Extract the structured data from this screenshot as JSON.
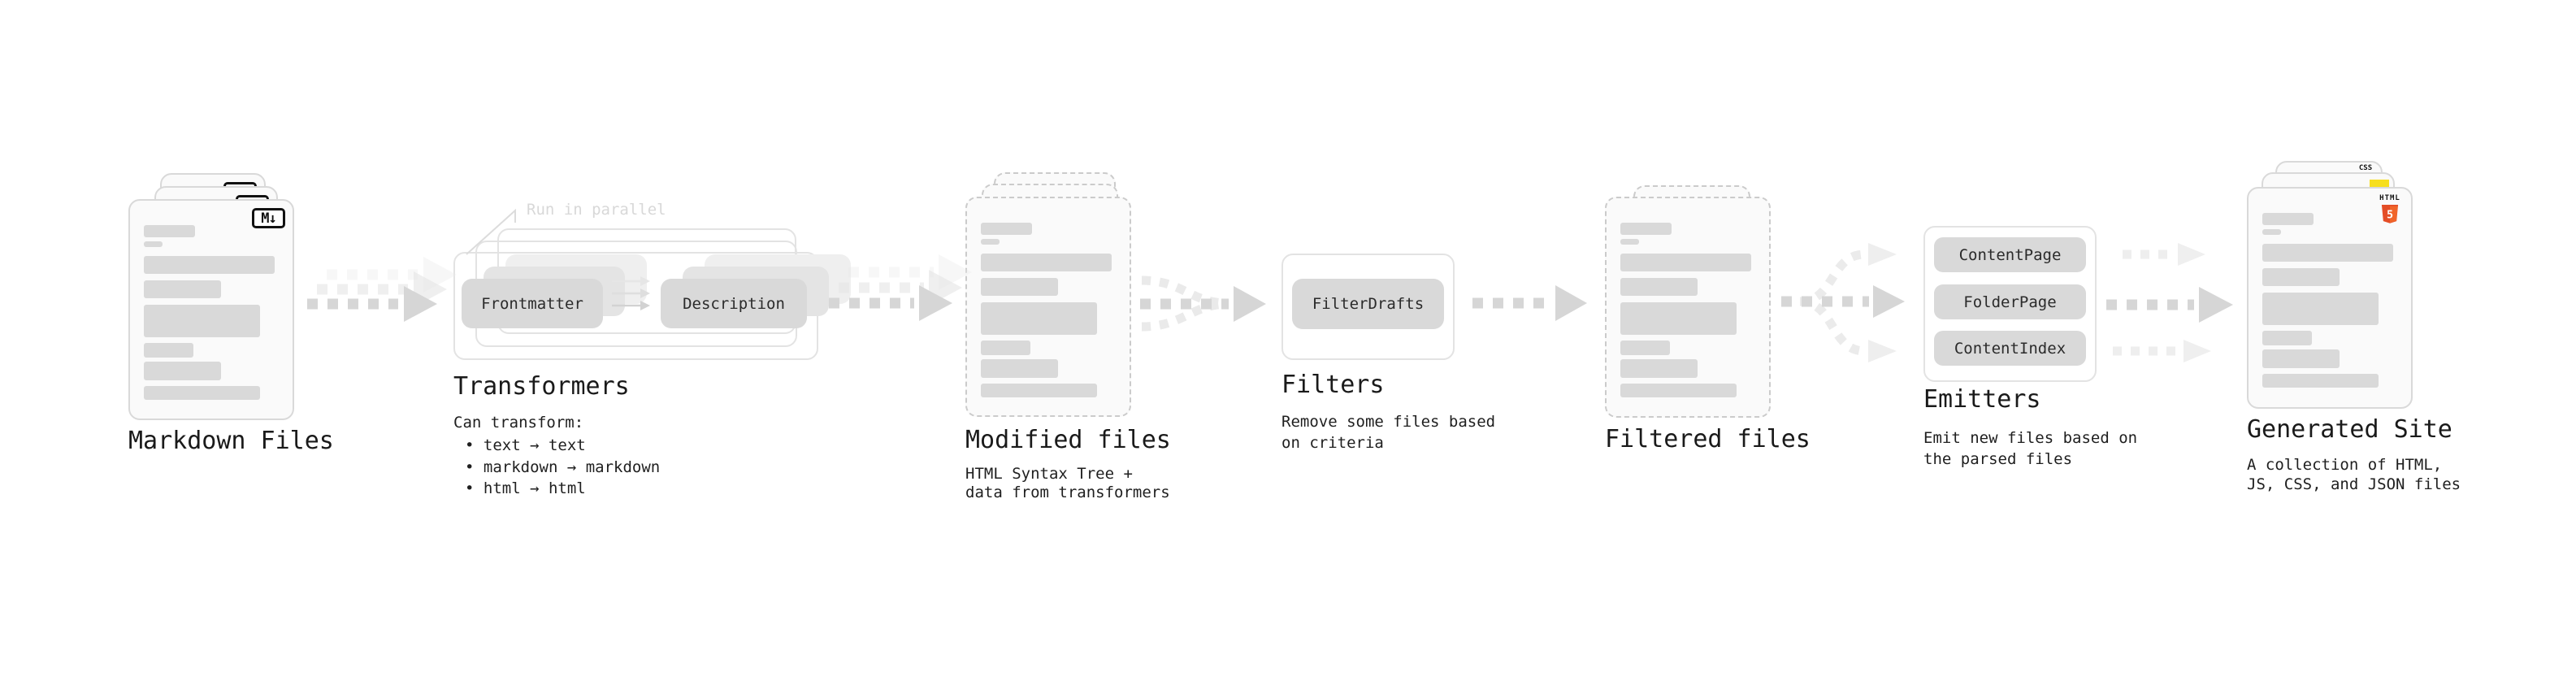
{
  "stages": {
    "markdown": {
      "label": "Markdown Files",
      "badge": "M↓"
    },
    "transformers": {
      "label": "Transformers",
      "annotation": "Run in parallel",
      "pill_frontmatter": "Frontmatter",
      "pill_description": "Description",
      "desc_title": "Can transform:",
      "bullet_1": "• text → text",
      "bullet_2": "• markdown → markdown",
      "bullet_3": "• html → html"
    },
    "modified": {
      "label": "Modified files",
      "desc_1": "HTML Syntax Tree +",
      "desc_2": "data from transformers"
    },
    "filters": {
      "label": "Filters",
      "pill_filterdrafts": "FilterDrafts",
      "desc_1": "Remove some files based",
      "desc_2": "on criteria"
    },
    "filtered": {
      "label": "Filtered files"
    },
    "emitters": {
      "label": "Emitters",
      "pill_contentpage": "ContentPage",
      "pill_folderpage": "FolderPage",
      "pill_contentindex": "ContentIndex",
      "desc_1": "Emit new files based on",
      "desc_2": "the parsed files"
    },
    "generated": {
      "label": "Generated Site",
      "badge_css": "CSS",
      "badge_html": "HTML",
      "badge_html_number": "5",
      "desc_1": "A collection of HTML,",
      "desc_2": "JS, CSS, and JSON files"
    }
  },
  "colors": {
    "html5_orange": "#e44d26",
    "html5_orange_light": "#f16529",
    "js_yellow": "#f7df1e",
    "css_blue": "#2862e9"
  },
  "file_card_bars": [
    [
      39,
      15,
      0
    ],
    [
      14,
      7,
      5
    ],
    [
      100,
      22,
      11
    ],
    [
      59,
      22,
      8
    ],
    [
      89,
      40,
      8
    ],
    [
      38,
      18,
      7
    ],
    [
      59,
      23,
      5
    ],
    [
      89,
      17,
      7
    ]
  ]
}
